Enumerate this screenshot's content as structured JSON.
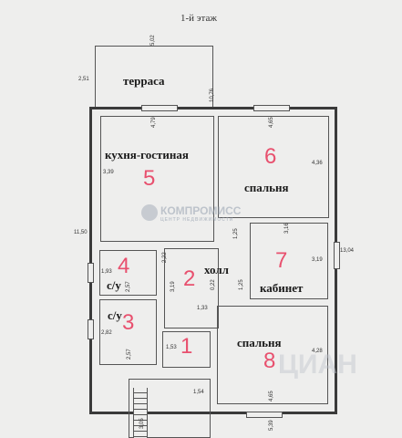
{
  "title": "1-й этаж",
  "rooms": {
    "terrace": {
      "label": "терраса"
    },
    "kitchen": {
      "label": "кухня-гостиная",
      "number": "5"
    },
    "bedroom6": {
      "label": "спальня",
      "number": "6"
    },
    "hall": {
      "label": "холл",
      "number": "2"
    },
    "cabinet": {
      "label": "кабинет",
      "number": "7"
    },
    "bath4": {
      "label": "с/у",
      "number": "4"
    },
    "bath3": {
      "label": "с/у",
      "number": "3"
    },
    "room1": {
      "number": "1"
    },
    "bedroom8": {
      "label": "спальня",
      "number": "8"
    }
  },
  "dimensions": {
    "terrace_top": "5,02",
    "terrace_left": "2,51",
    "terrace_right": "10,76",
    "kitchen_top": "4,79",
    "kitchen_left": "3,39",
    "bed6_top": "4,65",
    "bed6_right": "4,36",
    "total_left": "11,50",
    "total_right": "13,04",
    "hall_top": "2,22",
    "hall_side": "3,19",
    "hall_mid": "0,22",
    "hall_bottom": "1,33",
    "cab_top": "3,16",
    "cab_right": "3,19",
    "cab_left": "1,25",
    "cab_left2": "1,25",
    "bath4_side": "1,93",
    "bath4_inner": "2,57",
    "bath3_side": "2,82",
    "bath3_inner": "2,57",
    "room1_w": "1,53",
    "porch": "1,54",
    "bottom_left": "3,05",
    "bed8_right": "4,28",
    "bed8_bottom": "4,65",
    "bottom_right": "5,39"
  },
  "watermark": {
    "brand": "КОМПРОМИСС",
    "sub": "ЦЕНТР НЕДВИЖИМОСТИ",
    "cian": "ЦИАН"
  }
}
